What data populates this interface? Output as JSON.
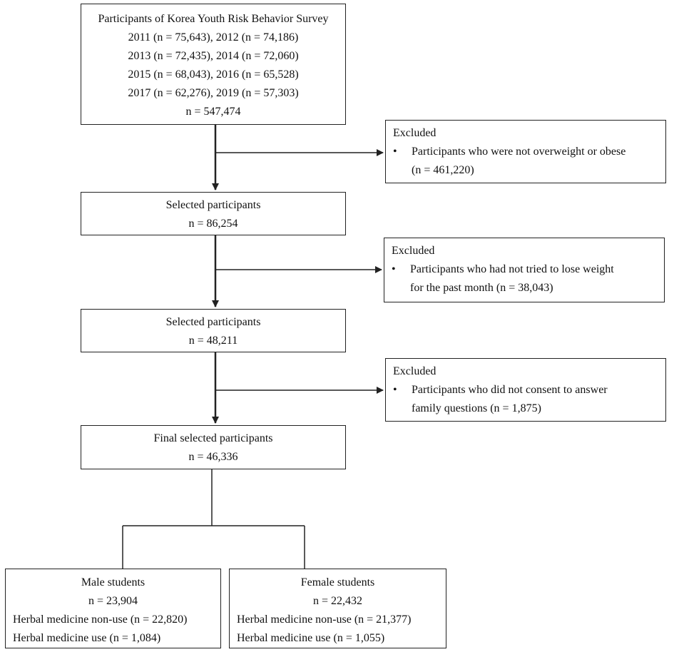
{
  "colors": {
    "line": "#222222",
    "background": "#ffffff",
    "text": "#111111"
  },
  "survey": {
    "title": "Participants of Korea Youth Risk Behavior Survey",
    "years": [
      "2011 (n = 75,643), 2012 (n = 74,186)",
      "2013 (n = 72,435), 2014 (n = 72,060)",
      "2015 (n = 68,043), 2016 (n = 65,528)",
      "2017 (n = 62,276), 2019 (n = 57,303)"
    ],
    "total": "n = 547,474"
  },
  "exclusions": [
    {
      "heading": "Excluded",
      "bullet": "•",
      "line1": "Participants who were not overweight or obese",
      "line2": "(n = 461,220)"
    },
    {
      "heading": "Excluded",
      "bullet": "•",
      "line1": "Participants who had not tried to lose weight",
      "line2": "for the past month (n = 38,043)"
    },
    {
      "heading": "Excluded",
      "bullet": "•",
      "line1": "Participants who did not consent to answer",
      "line2": "family questions (n = 1,875)"
    }
  ],
  "selected": [
    {
      "label": "Selected participants",
      "n": "n = 86,254"
    },
    {
      "label": "Selected participants",
      "n": "n = 48,211"
    }
  ],
  "final": {
    "label": "Final selected participants",
    "n": "n = 46,336"
  },
  "groups": {
    "male": {
      "label": "Male students",
      "n": "n = 23,904",
      "non_use": "Herbal medicine non-use (n = 22,820)",
      "use": "Herbal medicine use (n = 1,084)"
    },
    "female": {
      "label": "Female students",
      "n": "n = 22,432",
      "non_use": "Herbal medicine non-use (n = 21,377)",
      "use": "Herbal medicine use (n = 1,055)"
    }
  }
}
